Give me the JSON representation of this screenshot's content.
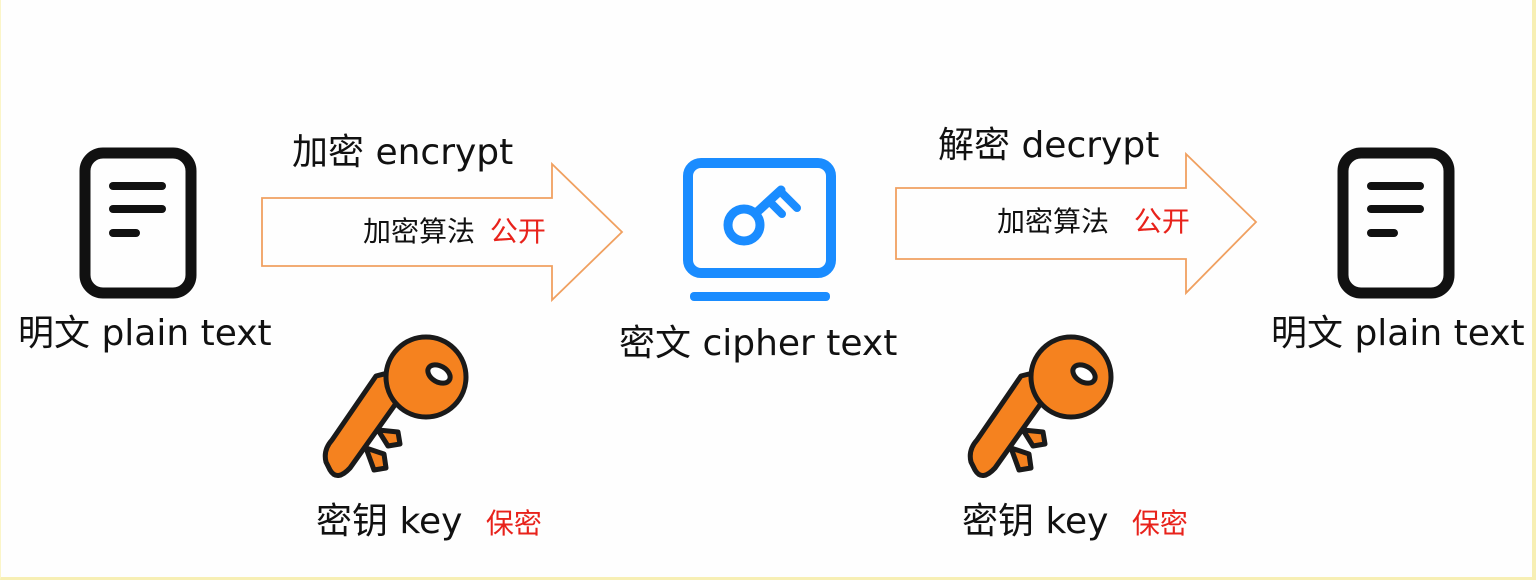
{
  "left_doc": {
    "label": "明文 plain text",
    "icon": "document-icon"
  },
  "encrypt": {
    "label": "加密 encrypt",
    "algorithm_label": "加密算法",
    "algorithm_status": "公开",
    "arrow_color": "#f0a060"
  },
  "cipher": {
    "label": "密文 cipher text",
    "icon": "monitor-key-icon",
    "color": "#1a8cff"
  },
  "decrypt": {
    "label": "解密 decrypt",
    "algorithm_label": "加密算法",
    "algorithm_status": "公开"
  },
  "right_doc": {
    "label": "明文 plain text",
    "icon": "document-icon"
  },
  "left_key": {
    "label": "密钥 key",
    "status": "保密",
    "icon": "key-icon",
    "color": "#f5821f"
  },
  "right_key": {
    "label": "密钥 key",
    "status": "保密",
    "icon": "key-icon",
    "color": "#f5821f"
  }
}
